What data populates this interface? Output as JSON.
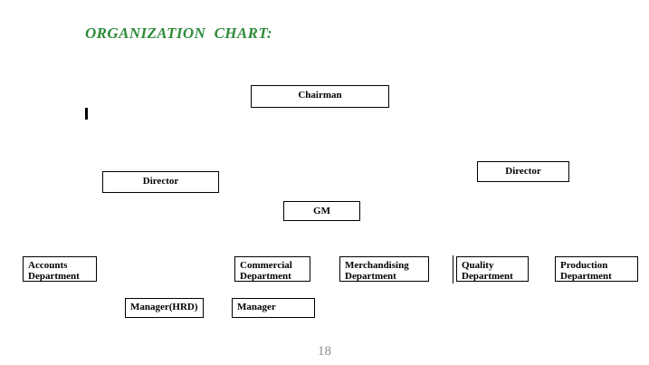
{
  "page": {
    "title": "ORGANIZATION  CHART:",
    "title_color": "#2e8b39",
    "page_number": "18",
    "page_number_color": "#8c8c8c",
    "background": "#ffffff",
    "box_border_color": "#000000"
  },
  "chart_data": {
    "type": "diagram",
    "title": "ORGANIZATION  CHART:",
    "nodes": [
      {
        "id": "chairman",
        "label": "Chairman",
        "align": "center",
        "level": 1
      },
      {
        "id": "director_l",
        "label": "Director",
        "align": "center",
        "level": 2
      },
      {
        "id": "director_r",
        "label": "Director",
        "align": "center",
        "level": 2
      },
      {
        "id": "gm",
        "label": "GM",
        "align": "center",
        "level": 3
      },
      {
        "id": "accounts",
        "label": "Accounts\nDepartment",
        "align": "left",
        "level": 4
      },
      {
        "id": "commercial",
        "label": "Commercial\nDepartment",
        "align": "left",
        "level": 4
      },
      {
        "id": "merchandising",
        "label": "Merchandising\nDepartment",
        "align": "left",
        "level": 4
      },
      {
        "id": "quality",
        "label": "Quality\nDepartment",
        "align": "left",
        "level": 4
      },
      {
        "id": "production",
        "label": "Production\nDepartment",
        "align": "left",
        "level": 4
      },
      {
        "id": "manager_hrd",
        "label": "Manager(HRD)",
        "align": "left",
        "level": 5
      },
      {
        "id": "manager",
        "label": "Manager",
        "align": "left",
        "level": 5
      }
    ]
  }
}
